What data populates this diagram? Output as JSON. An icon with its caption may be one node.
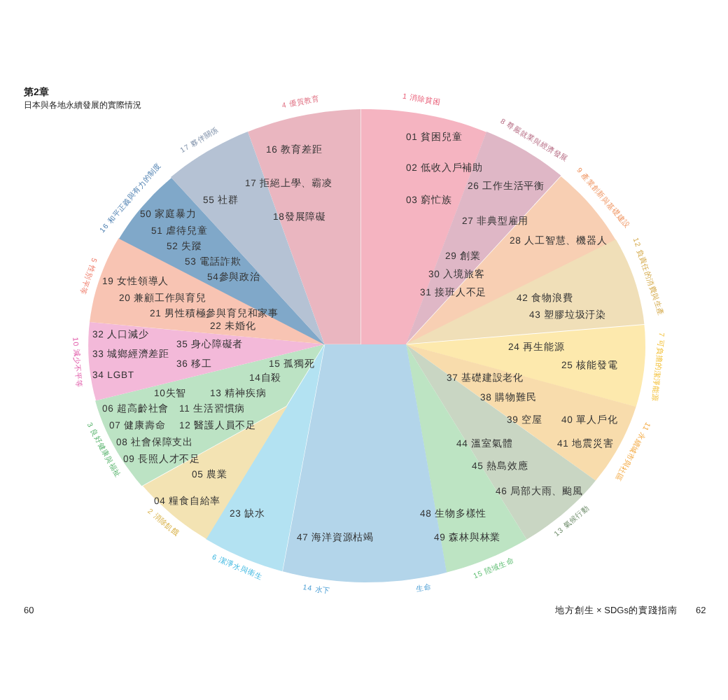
{
  "diagram": {
    "nodes": [
      {
        "text": [
          "4 優質教育",
          "16 教育差距",
          "17 拒絕上學、霸凌",
          "18發展障礙"
        ]
      },
      {
        "text": [
          "1 消除貧困",
          "01 貧困兒童",
          "02 低收入戶補助",
          "03 窮忙族"
        ]
      },
      {
        "text": [
          "8 尊嚴就業與經濟發展",
          "26 工作生活平衡",
          "27 非典型雇用",
          "29 創業",
          "30 入境旅客",
          "31 接班人不足"
        ]
      },
      {
        "text": [
          "9 產業創新與基礎建設",
          "28 人工智慧、機器人"
        ]
      },
      {
        "text": [
          "12 負責任的消費與生產",
          "42 食物浪費",
          "43 塑膠垃圾汙染"
        ]
      },
      {
        "text": [
          "7 可負擔的潔淨能源",
          "24 再生能源",
          "25 核能發電"
        ]
      },
      {
        "text": [
          "11 永續城市與社區",
          "37 基礎建設老化",
          "38 購物難民",
          "39 空屋",
          "40 單人戶化",
          "41 地震災害"
        ]
      },
      {
        "text": [
          "13 氣候行動",
          "44 溫室氣體",
          "45 熱島效應",
          "46 局部大雨、颱風"
        ]
      },
      {
        "text": [
          "15 陸域生命",
          "48 生物多樣性",
          "49 森林與林業"
        ]
      },
      {
        "text": [
          "14 水下",
          "生命",
          "47 海洋資源枯竭"
        ]
      },
      {
        "text": [
          "6 潔淨水與衛生",
          "23 缺水"
        ]
      },
      {
        "text": [
          "2 消除飢餓",
          "05 農業",
          "04 糧食自給率"
        ]
      },
      {
        "text": [
          "3 良好健康與福祉",
          "15 孤獨死",
          "14自殺",
          "10失智",
          "13 精神疾病",
          "06 超高齡社會",
          "11 生活習慣病",
          "07 健康壽命",
          "12 醫護人員不足",
          "08 社會保障支出",
          "09 長照人才不足"
        ]
      },
      {
        "text": [
          "10 減少不平等",
          "32 人口減少",
          "35 身心障礙者",
          "33 城鄉經濟差距",
          "36 移工",
          "34 LGBT"
        ]
      },
      {
        "text": [
          "5 性別平等",
          "19 女性領導人",
          "20 兼顧工作與育兒",
          "21 男性積極參與育兒和家事",
          "22 未婚化"
        ]
      },
      {
        "text": [
          "16 和平正義與有力的制度",
          "50 家庭暴力",
          "51 虐待兒童",
          "52 失蹤",
          "53 電話詐欺",
          "54參與政治"
        ]
      },
      {
        "text": [
          "17 夥伴關係",
          "55 社群"
        ]
      }
    ],
    "labels": [
      "第2章",
      "日本與各地永續發展的實際情況",
      "60",
      "地方創生 × SDGs的實踐指南",
      "62"
    ]
  }
}
